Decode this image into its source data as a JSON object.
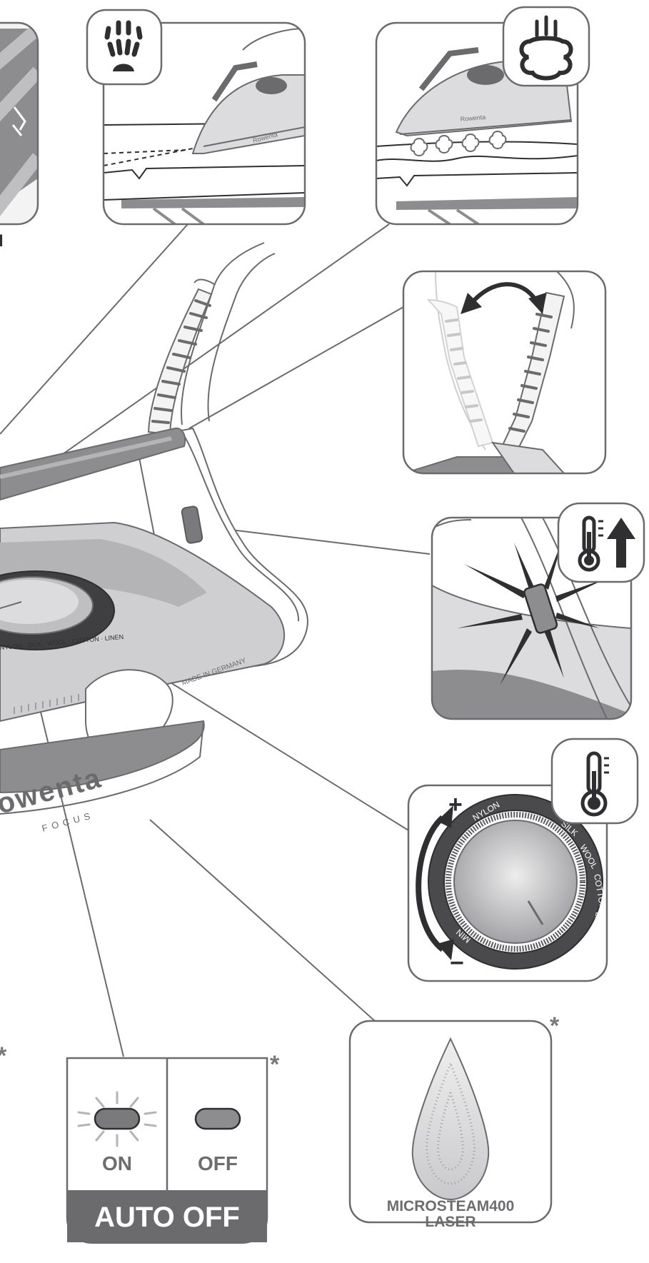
{
  "asterisk": "*",
  "fragment_left_letter": "I",
  "brand": {
    "wordmark": "ROWENTA",
    "subline": "FOCUS",
    "small_logo": "Rowenta"
  },
  "soleplate_text": "MADE IN GERMANY",
  "dial_fabrics": [
    "NYLON",
    "SILK",
    "WOOL",
    "COTTON",
    "LINEN",
    "MIN"
  ],
  "dial_plus": "+",
  "dial_minus": "−",
  "autooff": {
    "on_label": "ON",
    "off_label": "OFF",
    "title": "AUTO OFF"
  },
  "soleplate_name": {
    "line1": "MICROSTEAM400",
    "line2": "LASER"
  },
  "icons": [
    "vertical-steam-icon",
    "steam-burst-icon",
    "temperature-up-icon",
    "temperature-icon"
  ],
  "colors": {
    "stroke": "#6b6b6e",
    "panel_bg": "#f7f7f7",
    "dark_gray": "#5b5b5e",
    "mid_gray": "#a6a6a9",
    "light_gray": "#d3d3d6"
  }
}
